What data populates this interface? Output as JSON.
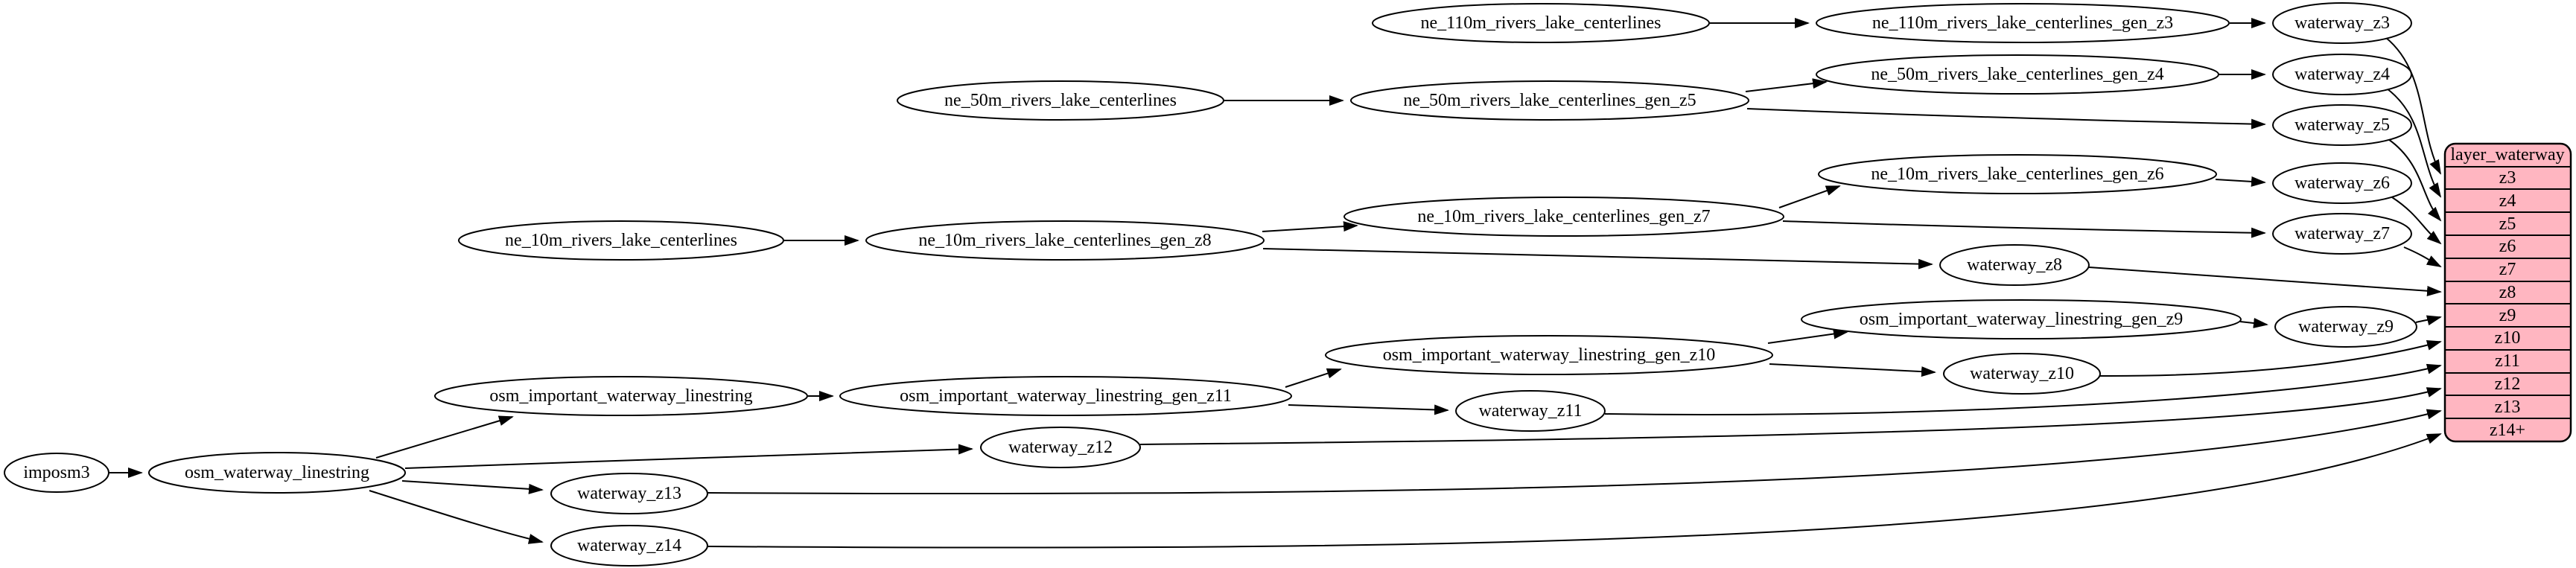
{
  "diagram": {
    "kind": "graphviz-etl-dependency-graph",
    "background_color": "#ffffff",
    "node_fill": "#ffffff",
    "node_stroke": "#000000",
    "edge_color": "#000000",
    "record_fill": "#ffb6c1",
    "record_stroke": "#000000",
    "nodes": {
      "imposm3": "imposm3",
      "osm_waterway_linestring": "osm_waterway_linestring",
      "osm_important_waterway_linestring": "osm_important_waterway_linestring",
      "osm_important_waterway_linestring_gen_z11": "osm_important_waterway_linestring_gen_z11",
      "osm_important_waterway_linestring_gen_z10": "osm_important_waterway_linestring_gen_z10",
      "osm_important_waterway_linestring_gen_z9": "osm_important_waterway_linestring_gen_z9",
      "ne_110m_rivers_lake_centerlines": "ne_110m_rivers_lake_centerlines",
      "ne_110m_rivers_lake_centerlines_gen_z3": "ne_110m_rivers_lake_centerlines_gen_z3",
      "ne_50m_rivers_lake_centerlines": "ne_50m_rivers_lake_centerlines",
      "ne_50m_rivers_lake_centerlines_gen_z5": "ne_50m_rivers_lake_centerlines_gen_z5",
      "ne_50m_rivers_lake_centerlines_gen_z4": "ne_50m_rivers_lake_centerlines_gen_z4",
      "ne_10m_rivers_lake_centerlines": "ne_10m_rivers_lake_centerlines",
      "ne_10m_rivers_lake_centerlines_gen_z8": "ne_10m_rivers_lake_centerlines_gen_z8",
      "ne_10m_rivers_lake_centerlines_gen_z7": "ne_10m_rivers_lake_centerlines_gen_z7",
      "ne_10m_rivers_lake_centerlines_gen_z6": "ne_10m_rivers_lake_centerlines_gen_z6",
      "waterway_z3": "waterway_z3",
      "waterway_z4": "waterway_z4",
      "waterway_z5": "waterway_z5",
      "waterway_z6": "waterway_z6",
      "waterway_z7": "waterway_z7",
      "waterway_z8": "waterway_z8",
      "waterway_z9": "waterway_z9",
      "waterway_z10": "waterway_z10",
      "waterway_z11": "waterway_z11",
      "waterway_z12": "waterway_z12",
      "waterway_z13": "waterway_z13",
      "waterway_z14": "waterway_z14"
    },
    "record": {
      "title": "layer_waterway",
      "rows": [
        "z3",
        "z4",
        "z5",
        "z6",
        "z7",
        "z8",
        "z9",
        "z10",
        "z11",
        "z12",
        "z13",
        "z14+"
      ]
    },
    "edges": [
      {
        "from": "imposm3",
        "to": "osm_waterway_linestring"
      },
      {
        "from": "osm_waterway_linestring",
        "to": "osm_important_waterway_linestring"
      },
      {
        "from": "osm_waterway_linestring",
        "to": "waterway_z12"
      },
      {
        "from": "osm_waterway_linestring",
        "to": "waterway_z13"
      },
      {
        "from": "osm_waterway_linestring",
        "to": "waterway_z14"
      },
      {
        "from": "osm_important_waterway_linestring",
        "to": "osm_important_waterway_linestring_gen_z11"
      },
      {
        "from": "osm_important_waterway_linestring_gen_z11",
        "to": "osm_important_waterway_linestring_gen_z10"
      },
      {
        "from": "osm_important_waterway_linestring_gen_z11",
        "to": "waterway_z11"
      },
      {
        "from": "osm_important_waterway_linestring_gen_z10",
        "to": "osm_important_waterway_linestring_gen_z9"
      },
      {
        "from": "osm_important_waterway_linestring_gen_z10",
        "to": "waterway_z10"
      },
      {
        "from": "osm_important_waterway_linestring_gen_z9",
        "to": "waterway_z9"
      },
      {
        "from": "ne_110m_rivers_lake_centerlines",
        "to": "ne_110m_rivers_lake_centerlines_gen_z3"
      },
      {
        "from": "ne_110m_rivers_lake_centerlines_gen_z3",
        "to": "waterway_z3"
      },
      {
        "from": "ne_50m_rivers_lake_centerlines",
        "to": "ne_50m_rivers_lake_centerlines_gen_z5"
      },
      {
        "from": "ne_50m_rivers_lake_centerlines_gen_z5",
        "to": "ne_50m_rivers_lake_centerlines_gen_z4"
      },
      {
        "from": "ne_50m_rivers_lake_centerlines_gen_z5",
        "to": "waterway_z5"
      },
      {
        "from": "ne_50m_rivers_lake_centerlines_gen_z4",
        "to": "waterway_z4"
      },
      {
        "from": "ne_10m_rivers_lake_centerlines",
        "to": "ne_10m_rivers_lake_centerlines_gen_z8"
      },
      {
        "from": "ne_10m_rivers_lake_centerlines_gen_z8",
        "to": "ne_10m_rivers_lake_centerlines_gen_z7"
      },
      {
        "from": "ne_10m_rivers_lake_centerlines_gen_z8",
        "to": "waterway_z8"
      },
      {
        "from": "ne_10m_rivers_lake_centerlines_gen_z7",
        "to": "ne_10m_rivers_lake_centerlines_gen_z6"
      },
      {
        "from": "ne_10m_rivers_lake_centerlines_gen_z7",
        "to": "waterway_z7"
      },
      {
        "from": "ne_10m_rivers_lake_centerlines_gen_z6",
        "to": "waterway_z6"
      },
      {
        "from": "waterway_z3",
        "to": "layer_waterway:z3"
      },
      {
        "from": "waterway_z4",
        "to": "layer_waterway:z4"
      },
      {
        "from": "waterway_z5",
        "to": "layer_waterway:z5"
      },
      {
        "from": "waterway_z6",
        "to": "layer_waterway:z6"
      },
      {
        "from": "waterway_z7",
        "to": "layer_waterway:z7"
      },
      {
        "from": "waterway_z8",
        "to": "layer_waterway:z8"
      },
      {
        "from": "waterway_z9",
        "to": "layer_waterway:z9"
      },
      {
        "from": "waterway_z10",
        "to": "layer_waterway:z10"
      },
      {
        "from": "waterway_z11",
        "to": "layer_waterway:z11"
      },
      {
        "from": "waterway_z12",
        "to": "layer_waterway:z12"
      },
      {
        "from": "waterway_z13",
        "to": "layer_waterway:z13"
      },
      {
        "from": "waterway_z14",
        "to": "layer_waterway:z14+"
      }
    ]
  }
}
